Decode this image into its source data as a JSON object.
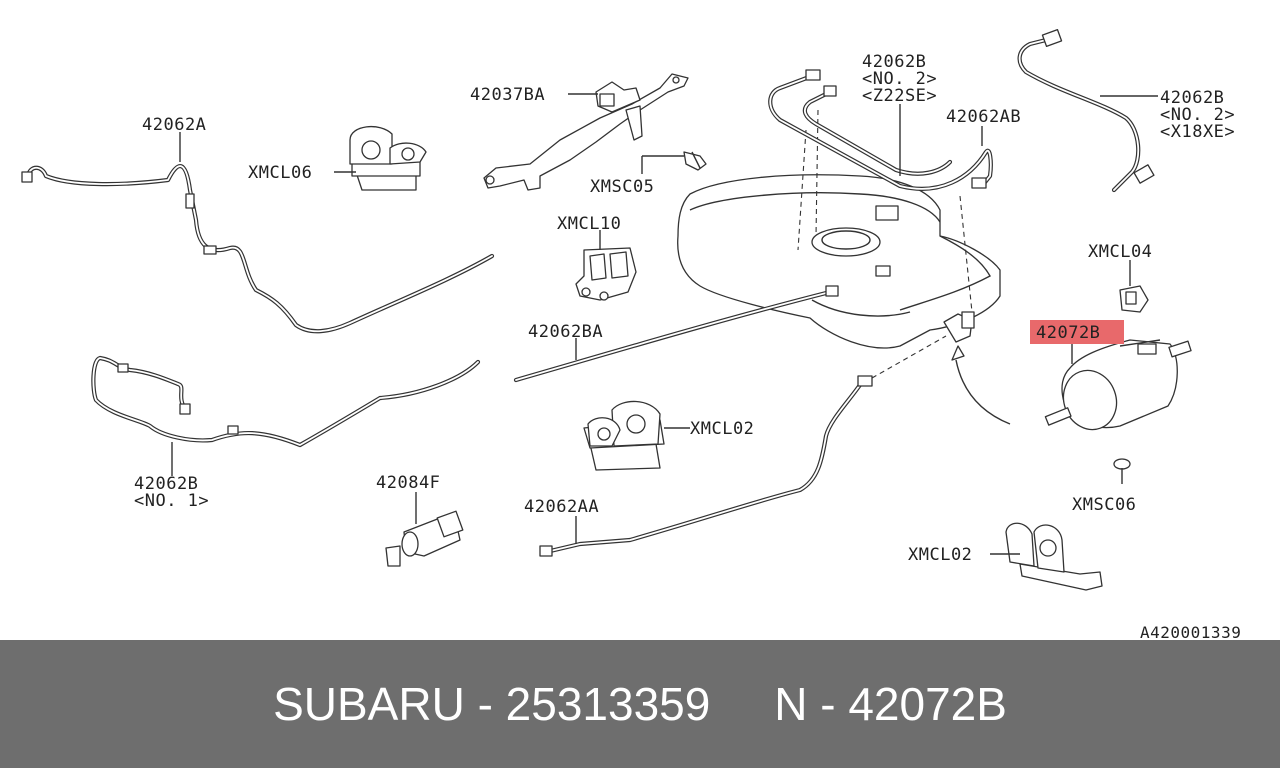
{
  "diagram": {
    "callouts": {
      "p42062A": "42062A",
      "p42037BA": "42037BA",
      "xmcl06": "XMCL06",
      "xmsc05": "XMSC05",
      "xmcl10": "XMCL10",
      "p42062B_z22se_1": "42062B",
      "p42062B_z22se_2": "<NO. 2>",
      "p42062B_z22se_3": "<Z22SE>",
      "p42062AB": "42062AB",
      "p42062B_x18xe_1": "42062B",
      "p42062B_x18xe_2": "<NO. 2>",
      "p42062B_x18xe_3": "<X18XE>",
      "xmcl04": "XMCL04",
      "p42072B": "42072B",
      "p42062BA": "42062BA",
      "xmcl02_a": "XMCL02",
      "p42062B_no1_1": "42062B",
      "p42062B_no1_2": "<NO. 1>",
      "p42084F": "42084F",
      "p42062AA": "42062AA",
      "xmsc06": "XMSC06",
      "xmcl02_b": "XMCL02"
    },
    "reference_code": "A420001339",
    "highlight_color": "#e8696b"
  },
  "footer": {
    "caption": "SUBARU - 25313359     N - 42072B",
    "background": "#6e6e6e"
  }
}
